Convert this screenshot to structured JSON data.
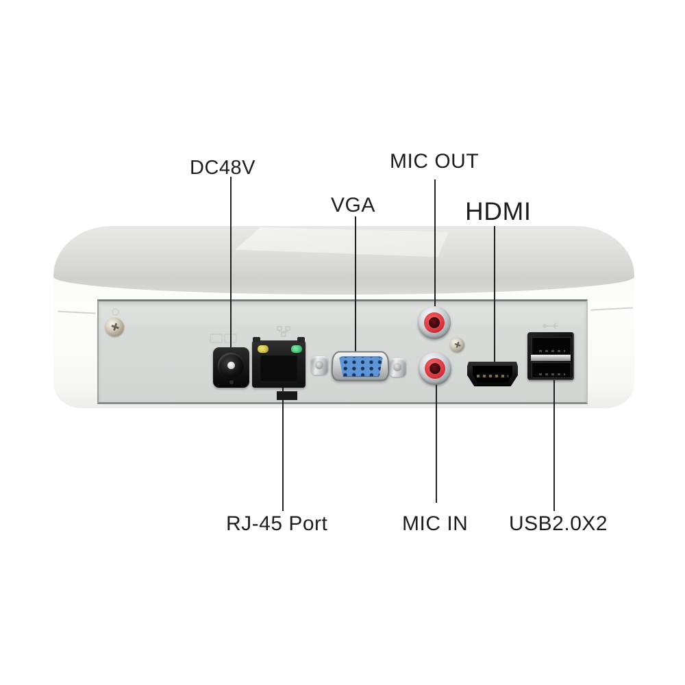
{
  "meta": {
    "title": "NVR rear panel port diagram",
    "background": "#ffffff"
  },
  "labels": {
    "dc_power": "DC48V",
    "vga": "VGA",
    "mic_out": "MIC OUT",
    "hdmi": "HDMI",
    "rj45": "RJ-45 Port",
    "mic_in": "MIC IN",
    "usb": "USB2.0X2"
  },
  "ports": [
    {
      "name": "dc-power-jack",
      "label": "DC48V",
      "type": "barrel power jack"
    },
    {
      "name": "rj45-port",
      "label": "RJ-45 Port",
      "type": "ethernet",
      "leds": [
        "yellow",
        "green"
      ]
    },
    {
      "name": "vga-port",
      "label": "VGA",
      "type": "d-sub 15-pin"
    },
    {
      "name": "rca-mic-out",
      "label": "MIC OUT",
      "type": "rca jack"
    },
    {
      "name": "rca-mic-in",
      "label": "MIC IN",
      "type": "rca jack"
    },
    {
      "name": "hdmi-port",
      "label": "HDMI",
      "type": "hdmi"
    },
    {
      "name": "usb-ports",
      "label": "USB2.0X2",
      "type": "usb-a",
      "count": 2
    }
  ],
  "colors": {
    "label_text": "#1d1d1d",
    "leader_line": "#1f1f1f",
    "device_top": "#dedddb",
    "device_body": "#fbfbfa",
    "panel": "#d7dbd8",
    "vga_blue": "#5e95d6",
    "rca_red": "#dd3a43",
    "led_yellow": "#d3c24a",
    "led_green": "#4cc57e",
    "port_black": "#141414",
    "metal_silver": "#c9cdd0"
  }
}
